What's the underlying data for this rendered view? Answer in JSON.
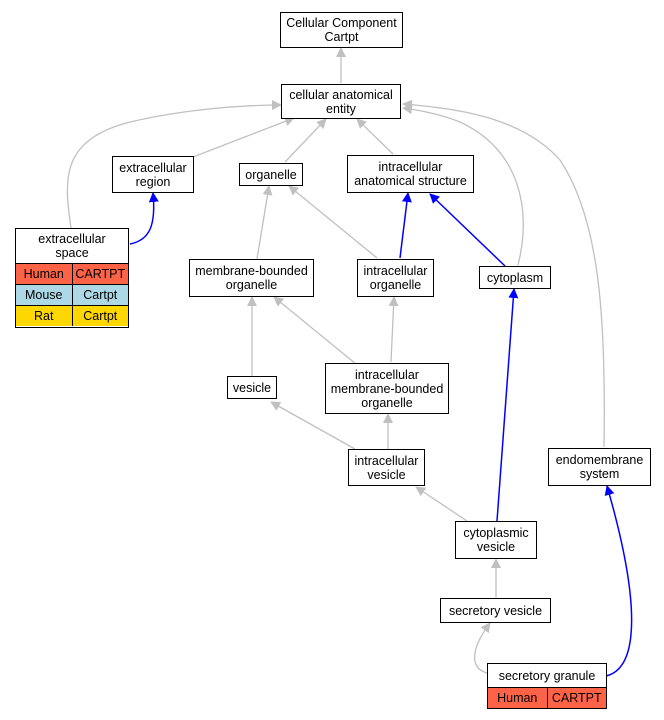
{
  "colors": {
    "gray_edge": "#c0c0c0",
    "blue_edge": "#0000ff",
    "human": "#ff6347",
    "mouse": "#add8e6",
    "rat": "#ffd700"
  },
  "nodes": {
    "cellular_component": "Cellular Component\nCartpt",
    "cellular_anatomical_entity": "cellular anatomical\nentity",
    "extracellular_region": "extracellular\nregion",
    "organelle": "organelle",
    "intracellular_anatomical_structure": "intracellular\nanatomical structure",
    "membrane_bounded_organelle": "membrane-bounded\norganelle",
    "intracellular_organelle": "intracellular\norganelle",
    "cytoplasm": "cytoplasm",
    "vesicle": "vesicle",
    "intracellular_membrane_bounded_organelle": "intracellular\nmembrane-bounded\norganelle",
    "intracellular_vesicle": "intracellular\nvesicle",
    "endomembrane_system": "endomembrane\nsystem",
    "cytoplasmic_vesicle": "cytoplasmic\nvesicle",
    "secretory_vesicle": "secretory vesicle"
  },
  "extracellular_space": {
    "title": "extracellular\nspace",
    "rows": [
      {
        "species": "Human",
        "gene": "CARTPT",
        "color": "#ff6347"
      },
      {
        "species": "Mouse",
        "gene": "Cartpt",
        "color": "#add8e6"
      },
      {
        "species": "Rat",
        "gene": "Cartpt",
        "color": "#ffd700"
      }
    ]
  },
  "secretory_granule": {
    "title": "secretory granule",
    "rows": [
      {
        "species": "Human",
        "gene": "CARTPT",
        "color": "#ff6347"
      }
    ]
  }
}
